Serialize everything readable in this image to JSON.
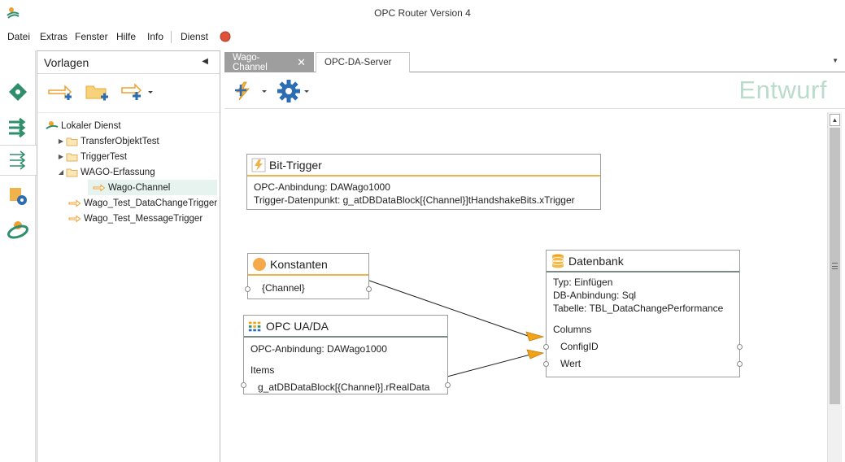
{
  "window": {
    "title": "OPC Router Version 4"
  },
  "menu": {
    "items": [
      "Datei",
      "Extras",
      "Fenster",
      "Hilfe",
      "Info",
      "Dienst"
    ],
    "status_color": "#e0513a"
  },
  "left_rail": {
    "items": [
      {
        "icon": "plugin-icon",
        "active": false
      },
      {
        "icon": "connections-icon",
        "active": false
      },
      {
        "icon": "routes-icon",
        "active": true
      },
      {
        "icon": "config-gear-icon",
        "active": false
      },
      {
        "icon": "runtime-icon",
        "active": false
      }
    ]
  },
  "templates_panel": {
    "title": "Vorlagen",
    "collapse_glyph": "◀",
    "toolbar": [
      {
        "icon": "new-route-icon"
      },
      {
        "icon": "new-folder-icon"
      },
      {
        "icon": "import-icon"
      }
    ],
    "tree": [
      {
        "label": "Lokaler Dienst",
        "level": 0,
        "icon": "service-icon",
        "expander": ""
      },
      {
        "label": "TransferObjektTest",
        "level": 1,
        "icon": "folder-icon",
        "expander": "▶"
      },
      {
        "label": "TriggerTest",
        "level": 1,
        "icon": "folder-icon",
        "expander": "▶"
      },
      {
        "label": "WAGO-Erfassung",
        "level": 1,
        "icon": "folder-icon",
        "expander": "◢"
      },
      {
        "label": "Wago-Channel",
        "level": 2,
        "icon": "route-icon",
        "expander": "",
        "selected": true
      },
      {
        "label": "Wago_Test_DataChangeTrigger",
        "level": 1,
        "icon": "route-icon",
        "expander": ""
      },
      {
        "label": "Wago_Test_MessageTrigger",
        "level": 1,
        "icon": "route-icon",
        "expander": ""
      }
    ]
  },
  "tabs": [
    {
      "label": "Wago-Channel",
      "active": true,
      "close": "✕"
    },
    {
      "label": "OPC-DA-Server",
      "active": false
    }
  ],
  "tab_overflow": "▼",
  "doc_toolbar": {
    "mode_label": "Entwurf"
  },
  "nodes": {
    "bit_trigger": {
      "title": "Bit-Trigger",
      "lines": [
        "OPC-Anbindung: DAWago1000",
        "Trigger-Datenpunkt: g_atDBDataBlock[{Channel}]tHandshakeBits.xTrigger"
      ]
    },
    "konstanten": {
      "title": "Konstanten",
      "lines": [
        "{Channel}"
      ]
    },
    "opc_uada": {
      "title": "OPC UA/DA",
      "lines": [
        "OPC-Anbindung: DAWago1000"
      ],
      "section": "Items",
      "items": [
        "g_atDBDataBlock[{Channel}].rRealData"
      ]
    },
    "datenbank": {
      "title": "Datenbank",
      "lines": [
        "Typ: Einfügen",
        "DB-Anbindung: Sql",
        "Tabelle: TBL_DataChangePerformance"
      ],
      "section": "Columns",
      "columns": [
        "ConfigID",
        "Wert"
      ]
    }
  },
  "colors": {
    "accent_orange": "#f0b24a",
    "brand_green": "#2f8f6b",
    "mode_label": "#b9dccc",
    "tab_active": "#9e9e9e"
  }
}
